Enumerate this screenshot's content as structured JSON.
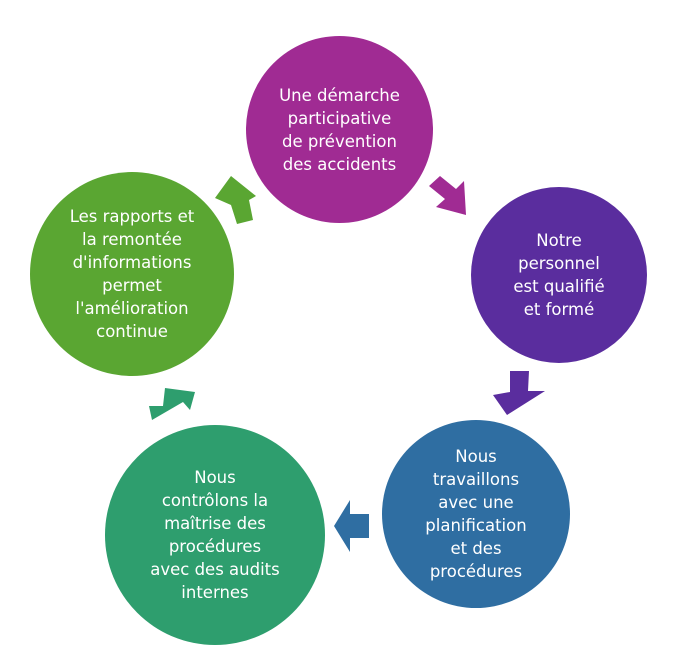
{
  "colors": {
    "node_1": "#A02B93",
    "node_2": "#5A2D9E",
    "node_3": "#2F6EA2",
    "node_4": "#2E9E6E",
    "node_5": "#5AA632"
  },
  "nodes": [
    {
      "lines": [
        "Une démarche",
        "participative",
        "de prévention",
        "des accidents"
      ]
    },
    {
      "lines": [
        "Notre",
        "personnel",
        "est qualifié",
        "et formé"
      ]
    },
    {
      "lines": [
        "Nous",
        "travaillons",
        "avec une",
        "planification",
        "et des",
        "procédures"
      ]
    },
    {
      "lines": [
        "Nous",
        "contrôlons la",
        "maîtrise des",
        "procédures",
        "avec des audits",
        "internes"
      ]
    },
    {
      "lines": [
        "Les rapports et",
        "la remontée",
        "d'informations",
        "permet",
        "l'amélioration",
        "continue"
      ]
    }
  ]
}
